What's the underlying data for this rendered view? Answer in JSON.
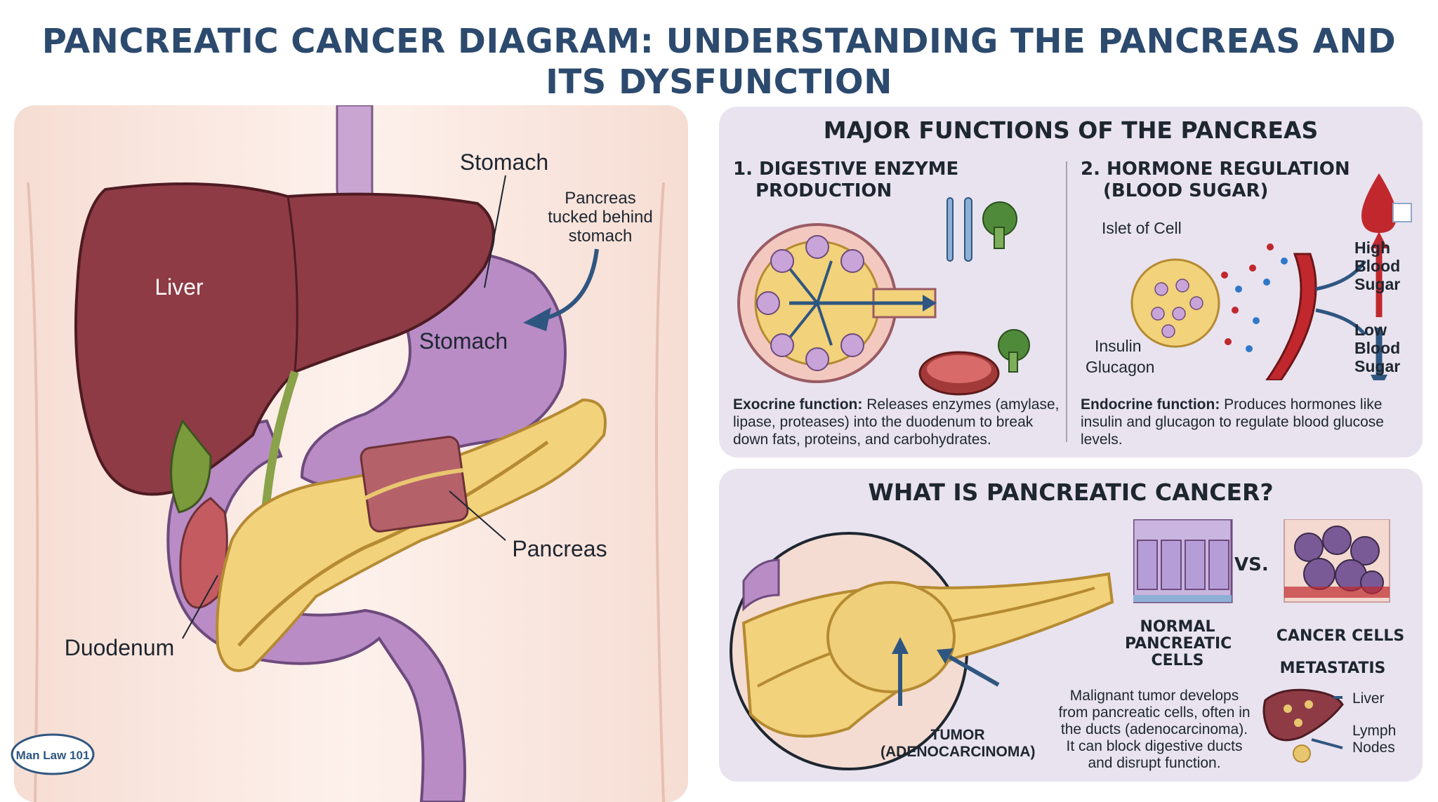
{
  "title": {
    "line1": "PANCREATIC CANCER DIAGRAM: UNDERSTANDING THE PANCREAS AND",
    "line2": "ITS DYSFUNCTION"
  },
  "anatomy": {
    "stomach_top": "Stomach",
    "note": [
      "Pancreas",
      "tucked behind",
      "stomach"
    ],
    "liver": "Liver",
    "stomach": "Stomach",
    "pancreas": "Pancreas",
    "duodenum": "Duodenum",
    "logo": "Man Law 101"
  },
  "functions": {
    "title": "MAJOR FUNCTIONS OF THE PANCREAS",
    "digestive": {
      "heading": [
        "1. DIGESTIVE ENZYME",
        "PRODUCTION"
      ],
      "desc_bold": "Exocrine function:",
      "desc": " Releases enzymes (amylase, lipase, proteases) into the duodenum to break down fats, proteins, and carbohydrates."
    },
    "hormone": {
      "heading": [
        "2. HORMONE REGULATION",
        "(BLOOD SUGAR)"
      ],
      "islet_label": "Islet of Cell",
      "insulin": "Insulin",
      "glucagon": "Glucagon",
      "high": [
        "High",
        "Blood",
        "Sugar"
      ],
      "low": [
        "Low",
        "Blood",
        "Sugar"
      ],
      "desc_bold": "Endocrine function:",
      "desc": " Produces hormones like insulin and glucagon to regulate blood glucose levels."
    }
  },
  "cancer": {
    "title": "WHAT IS PANCREATIC CANCER?",
    "normal": [
      "NORMAL",
      "PANCREATIC",
      "CELLS"
    ],
    "vs": "VS.",
    "cancer_cells": "CANCER CELLS",
    "metastasis": "METASTATIS",
    "liver": "Liver",
    "lymph": [
      "Lymph",
      "Nodes"
    ],
    "tumor": [
      "TUMOR",
      "(ADENOCARCINOMA)"
    ],
    "malignant": [
      "Malignant tumor develops",
      "from pancreatic cells, often in",
      "the ducts (adenocarcinoma).",
      "It can block digestive ducts",
      "and disrupt function."
    ]
  },
  "colors": {
    "title": "#2c4a6e",
    "panel": "#e8e3ef",
    "liver": "#8e3b45",
    "stomach": "#b389c0",
    "pancreas": "#f2d27a",
    "arrow": "#2f5680",
    "blood": "#c0282e"
  }
}
